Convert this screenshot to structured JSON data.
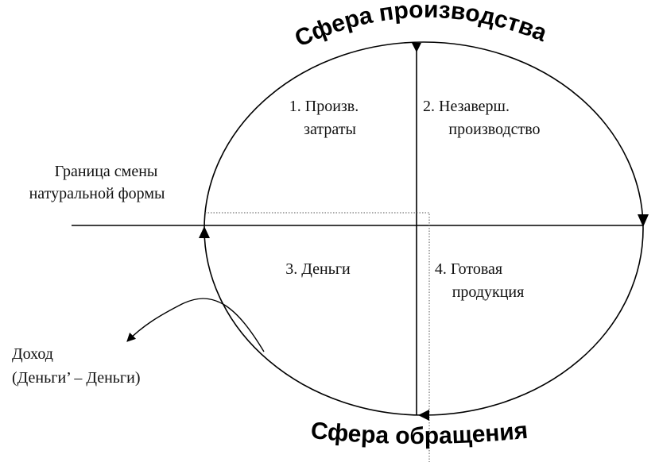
{
  "top_title": "Сфера производства",
  "bottom_title": "Сфера обращения",
  "boundary_label": [
    "Граница смены",
    "натуральной формы"
  ],
  "income_label": [
    "Доход",
    "(Деньги’ – Деньги)"
  ],
  "quadrants": {
    "q1": [
      "1. Произв.",
      "затраты"
    ],
    "q2": [
      "2. Незаверш.",
      "производство"
    ],
    "q3": [
      "3. Деньги"
    ],
    "q4": [
      "4. Готовая",
      "продукция"
    ]
  }
}
